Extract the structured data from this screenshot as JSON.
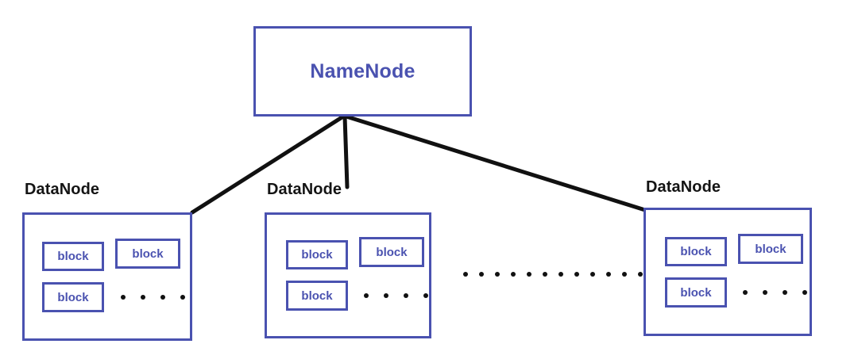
{
  "diagram": {
    "title": "HDFS NameNode and DataNode architecture",
    "background_color": "#ffffff",
    "accent_color": "#4a52b0",
    "line_color": "#111111",
    "namenode": {
      "label": "NameNode"
    },
    "datanodes": [
      {
        "label": "DataNode",
        "blocks": [
          {
            "label": "block"
          },
          {
            "label": "block"
          },
          {
            "label": "block"
          }
        ],
        "ellipsis_dots": 4
      },
      {
        "label": "DataNode",
        "blocks": [
          {
            "label": "block"
          },
          {
            "label": "block"
          },
          {
            "label": "block"
          }
        ],
        "ellipsis_dots": 4
      },
      {
        "label": "DataNode",
        "blocks": [
          {
            "label": "block"
          },
          {
            "label": "block"
          },
          {
            "label": "block"
          }
        ],
        "ellipsis_dots": 4
      }
    ],
    "separator": {
      "dots": 12
    },
    "connectors": [
      {
        "from": "namenode",
        "to": "datanode-1"
      },
      {
        "from": "namenode",
        "to": "datanode-2"
      },
      {
        "from": "namenode",
        "to": "datanode-3"
      }
    ]
  }
}
